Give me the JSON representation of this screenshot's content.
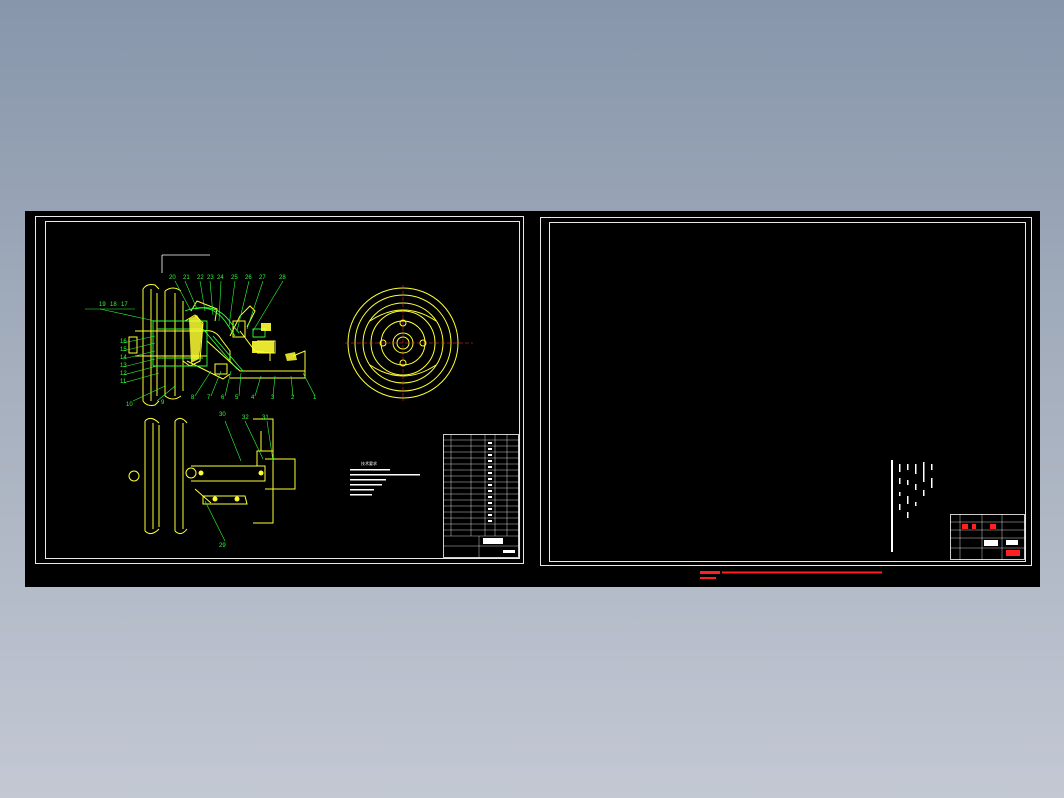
{
  "left_sheet": {
    "balloon_top": [
      "20",
      "21",
      "22",
      "23",
      "24",
      "25",
      "26",
      "27",
      "28"
    ],
    "balloon_left_top": [
      "19",
      "18",
      "17"
    ],
    "balloon_left": [
      "16",
      "15",
      "14",
      "13",
      "12",
      "11"
    ],
    "balloon_bottom_left": [
      "10",
      "9"
    ],
    "balloon_bottom": [
      "8",
      "7",
      "6",
      "5",
      "4",
      "3",
      "2",
      "1"
    ],
    "balloon_plan": [
      "30",
      "32",
      "31"
    ],
    "balloon_plan_bottom": "29"
  },
  "right_sheet": {},
  "colors": {
    "background_top": "#8796ab",
    "background_bottom": "#c3c8d3",
    "canvas": "#000000",
    "frame": "#e8e8e8",
    "geometry_yellow": "#ffff33",
    "dimension_green": "#2bff3a",
    "warning_red": "#ff2020",
    "table_white": "#ffffff"
  },
  "icons": {
    "assembly_drawing": "assembly-drawing-icon",
    "wheel_end_view": "wheel-end-view-icon",
    "title_block": "title-block-icon"
  }
}
